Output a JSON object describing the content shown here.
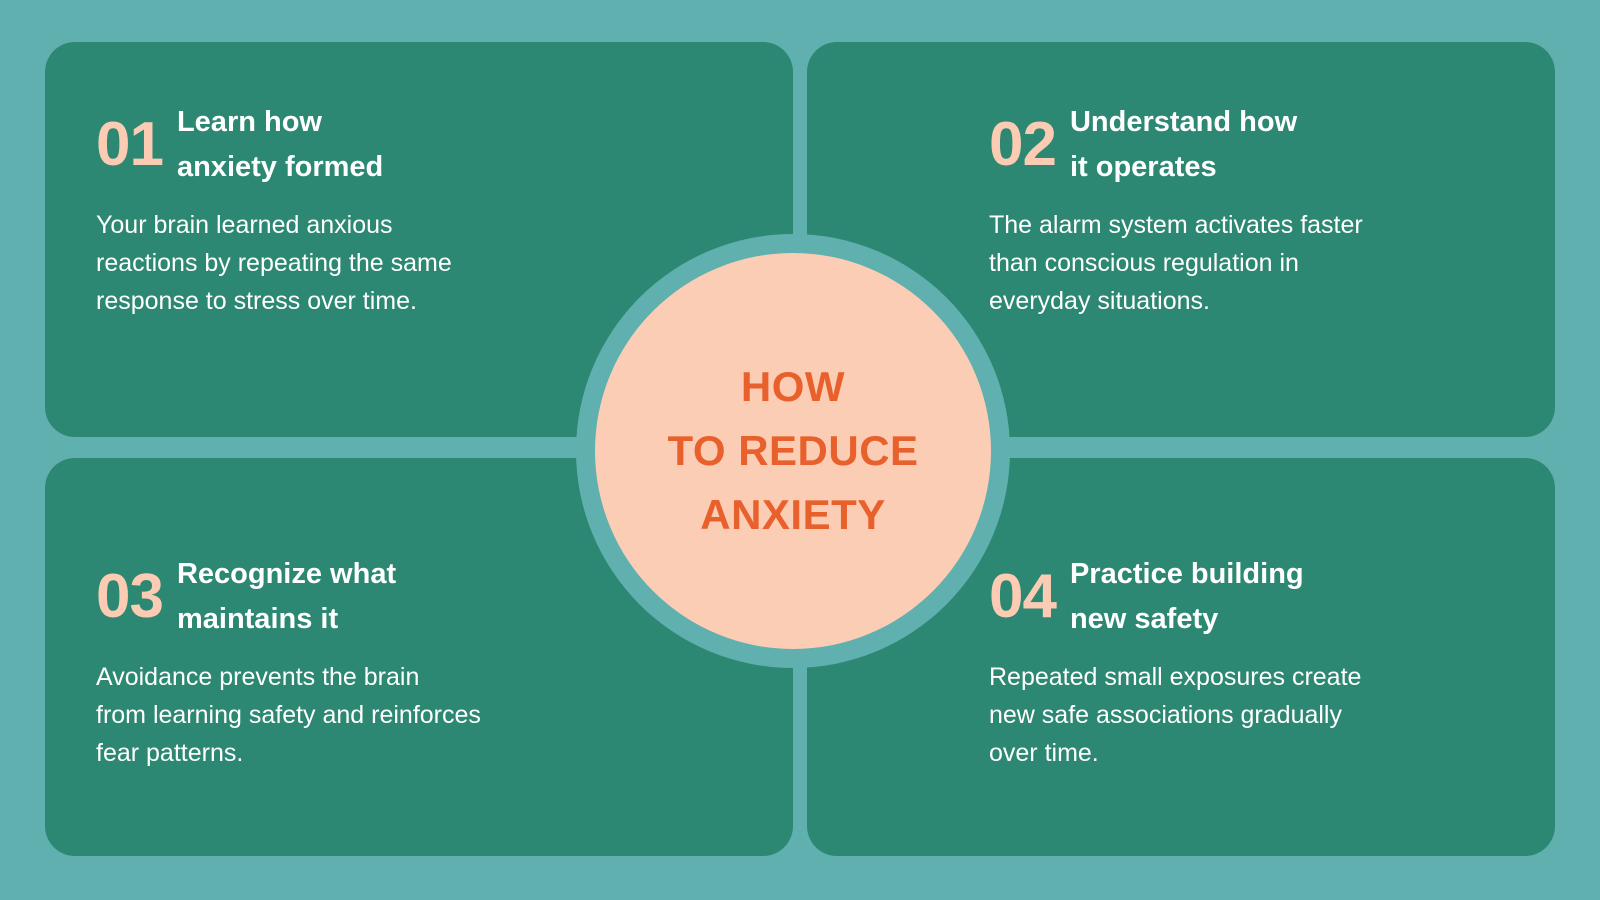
{
  "meta": {
    "theme": {
      "background": "#5FB0AE",
      "card": "#2C8872",
      "number": "#FBCBB3",
      "heading": "#FFFFFF",
      "body": "#FFFFFF",
      "circle_fill": "#FCCDB5",
      "circle_ring": "#5FB0AE",
      "accent_orange": "#E8602C"
    }
  },
  "center": {
    "title": "HOW\nTO REDUCE\nANXIETY"
  },
  "cards": [
    {
      "number": "01",
      "title": "Learn how\nanxiety formed",
      "body": "Your brain learned anxious\nreactions by repeating the same\nresponse to stress over time."
    },
    {
      "number": "02",
      "title": "Understand how\nit operates",
      "body": "The alarm system activates faster\nthan conscious regulation in\neveryday situations."
    },
    {
      "number": "03",
      "title": "Recognize what\nmaintains it",
      "body": "Avoidance prevents the brain\nfrom learning safety and reinforces\nfear patterns."
    },
    {
      "number": "04",
      "title": "Practice building\nnew safety",
      "body": "Repeated small exposures create\nnew safe associations gradually\nover time."
    }
  ]
}
